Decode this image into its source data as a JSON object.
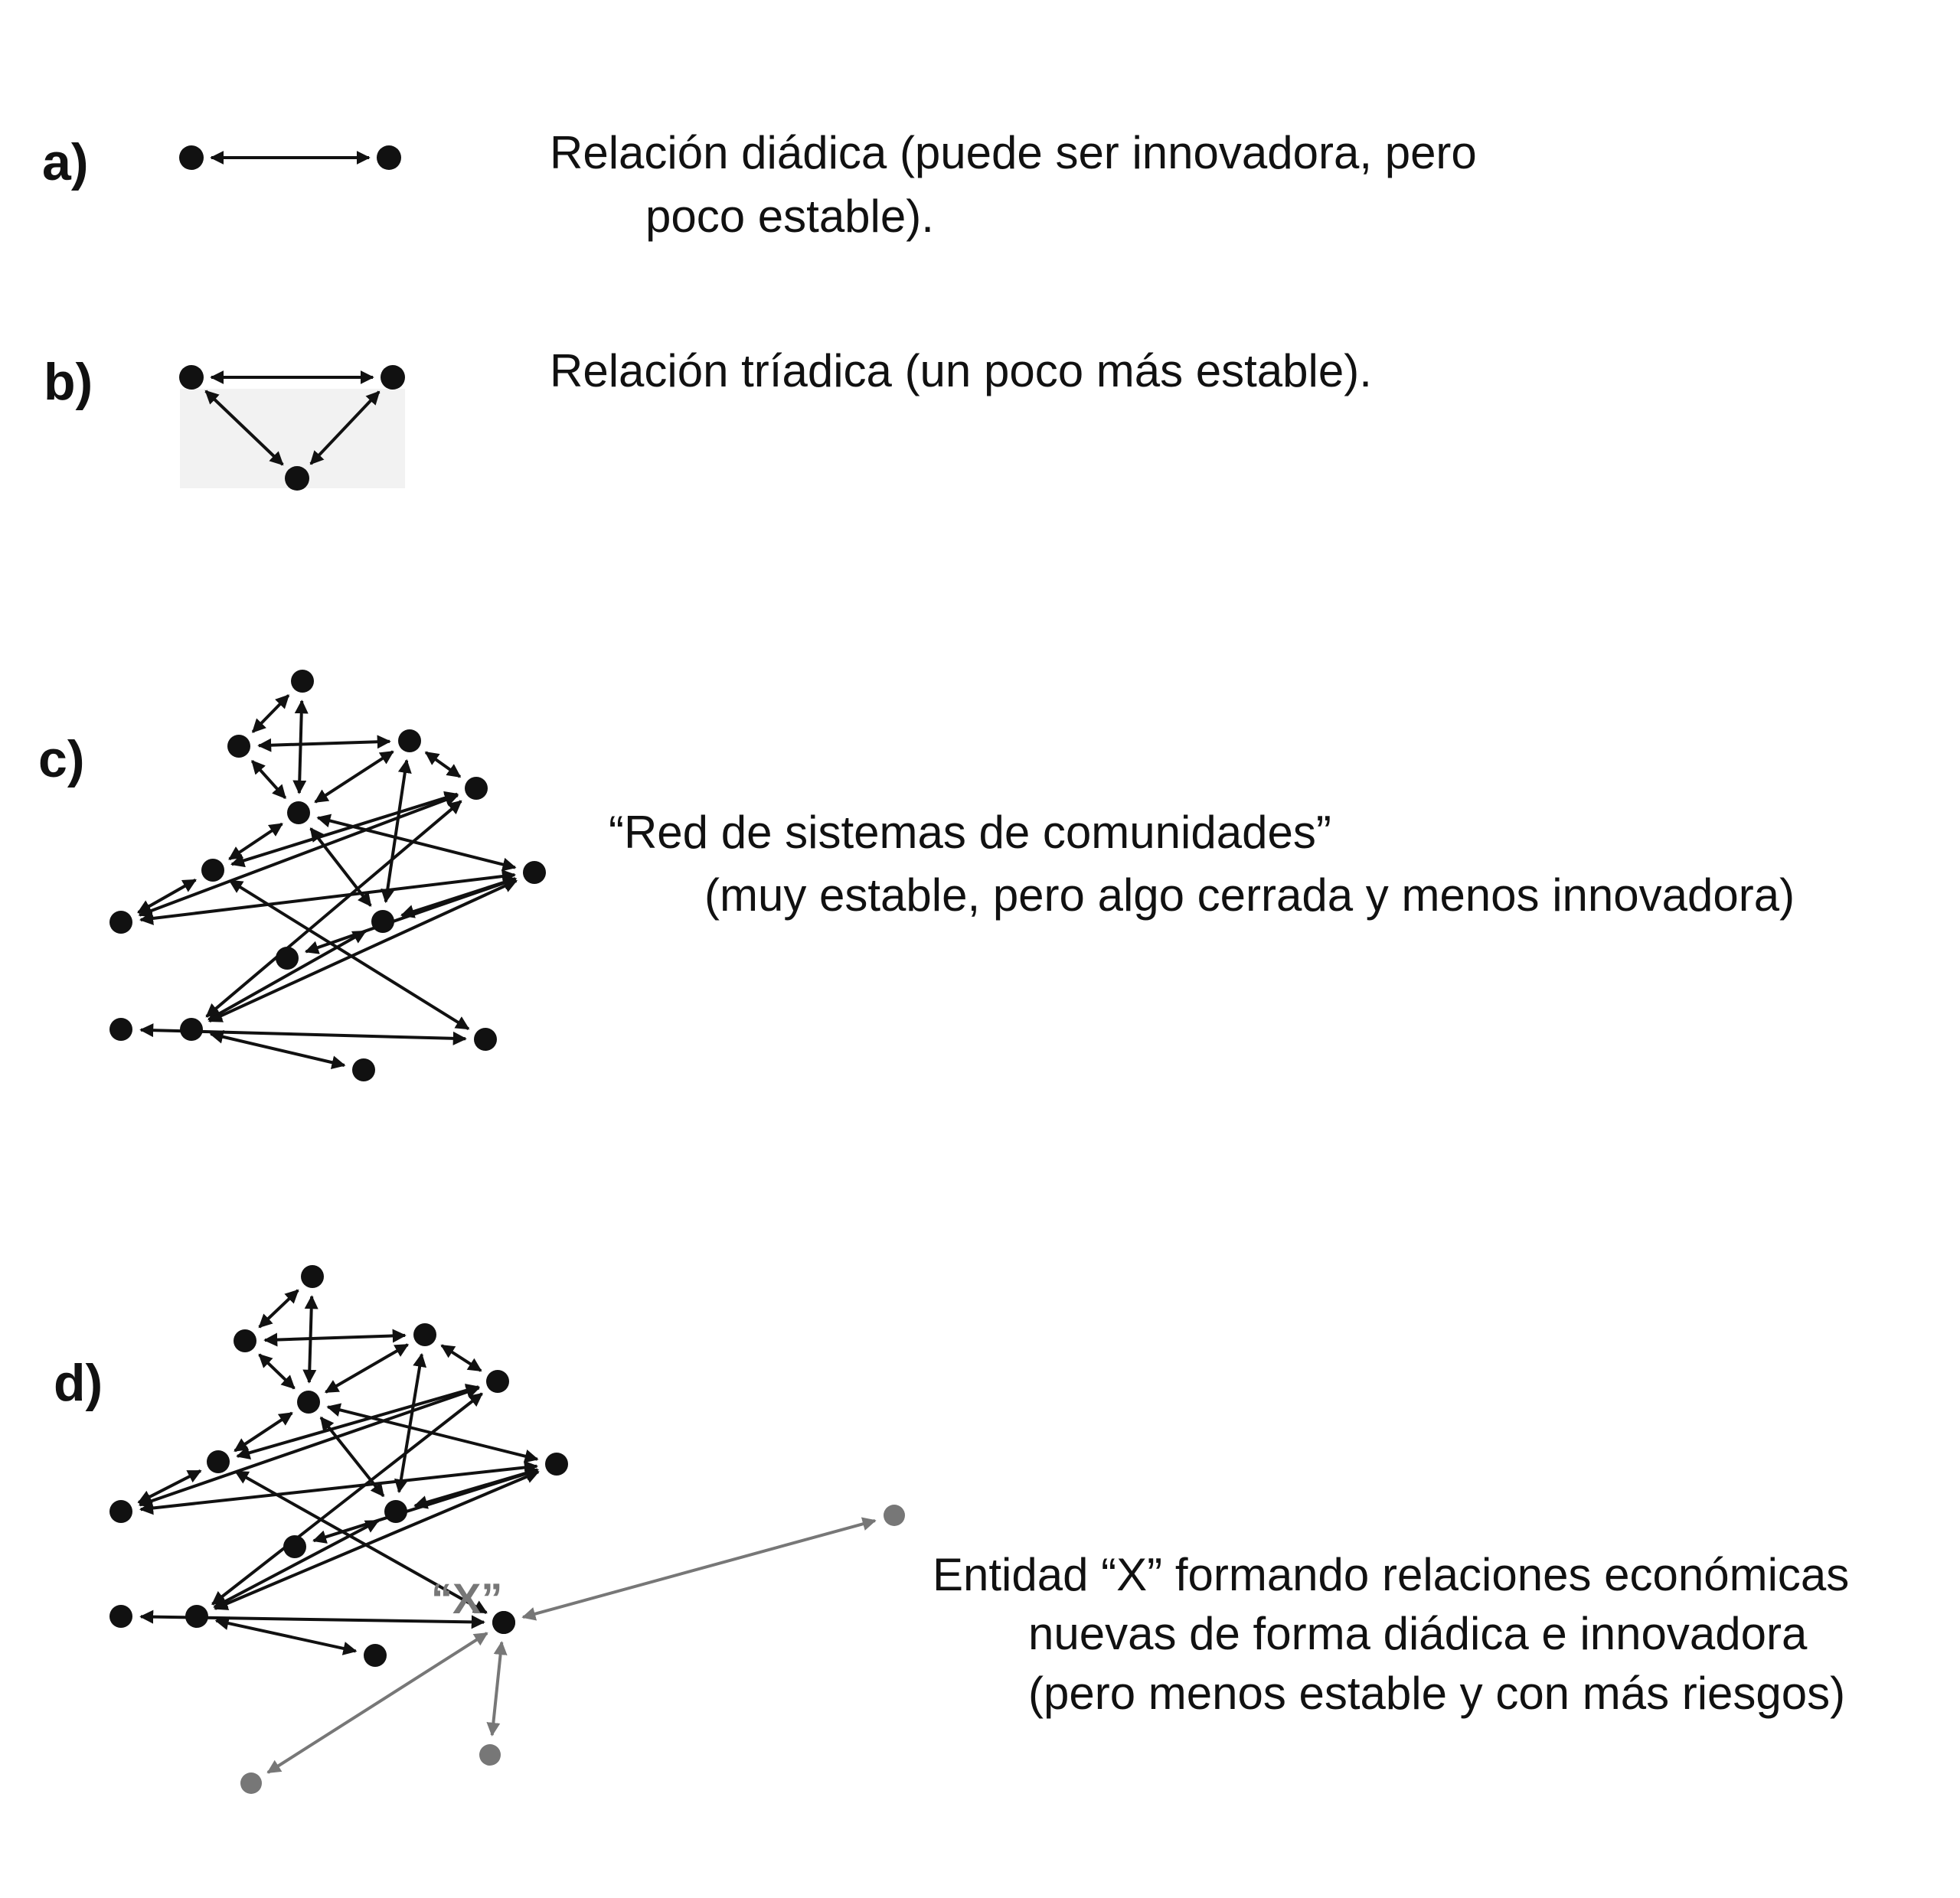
{
  "colors": {
    "ink": "#111111",
    "new_link": "#777777",
    "triad_background": "#f2f2f2"
  },
  "panels": {
    "a": {
      "letter": "a)",
      "desc_line1": "Relación diádica (puede ser innovadora, pero",
      "desc_line2": "poco estable)."
    },
    "b": {
      "letter": "b)",
      "desc_line1": "Relación tríadica (un poco más estable)."
    },
    "c": {
      "letter": "c)",
      "desc_line1": "“Red de sistemas de comunidades”",
      "desc_line2": "(muy estable, pero algo cerrada y menos innovadora)"
    },
    "d": {
      "letter": "d)",
      "entity_label": "“X”",
      "desc_line1": "Entidad “X” formando relaciones económicas",
      "desc_line2": "nuevas de forma diádica e innovadora",
      "desc_line3": "(pero menos estable y con más riesgos)"
    }
  },
  "network": {
    "node_count": 14,
    "links": [
      [
        0,
        1
      ],
      [
        0,
        3
      ],
      [
        1,
        2
      ],
      [
        1,
        3
      ],
      [
        2,
        3
      ],
      [
        2,
        4
      ],
      [
        3,
        5
      ],
      [
        3,
        6
      ],
      [
        3,
        7
      ],
      [
        4,
        5
      ],
      [
        2,
        7
      ],
      [
        5,
        8
      ],
      [
        4,
        8
      ],
      [
        6,
        7
      ],
      [
        6,
        8
      ],
      [
        6,
        9
      ],
      [
        6,
        10
      ],
      [
        7,
        10
      ],
      [
        4,
        10
      ],
      [
        10,
        11
      ],
      [
        5,
        12
      ],
      [
        12,
        13
      ]
    ]
  },
  "new_links": [
    {
      "from": "X",
      "to": "partner-right"
    },
    {
      "from": "X",
      "to": "partner-bottom-left"
    },
    {
      "from": "X",
      "to": "partner-bottom"
    }
  ]
}
